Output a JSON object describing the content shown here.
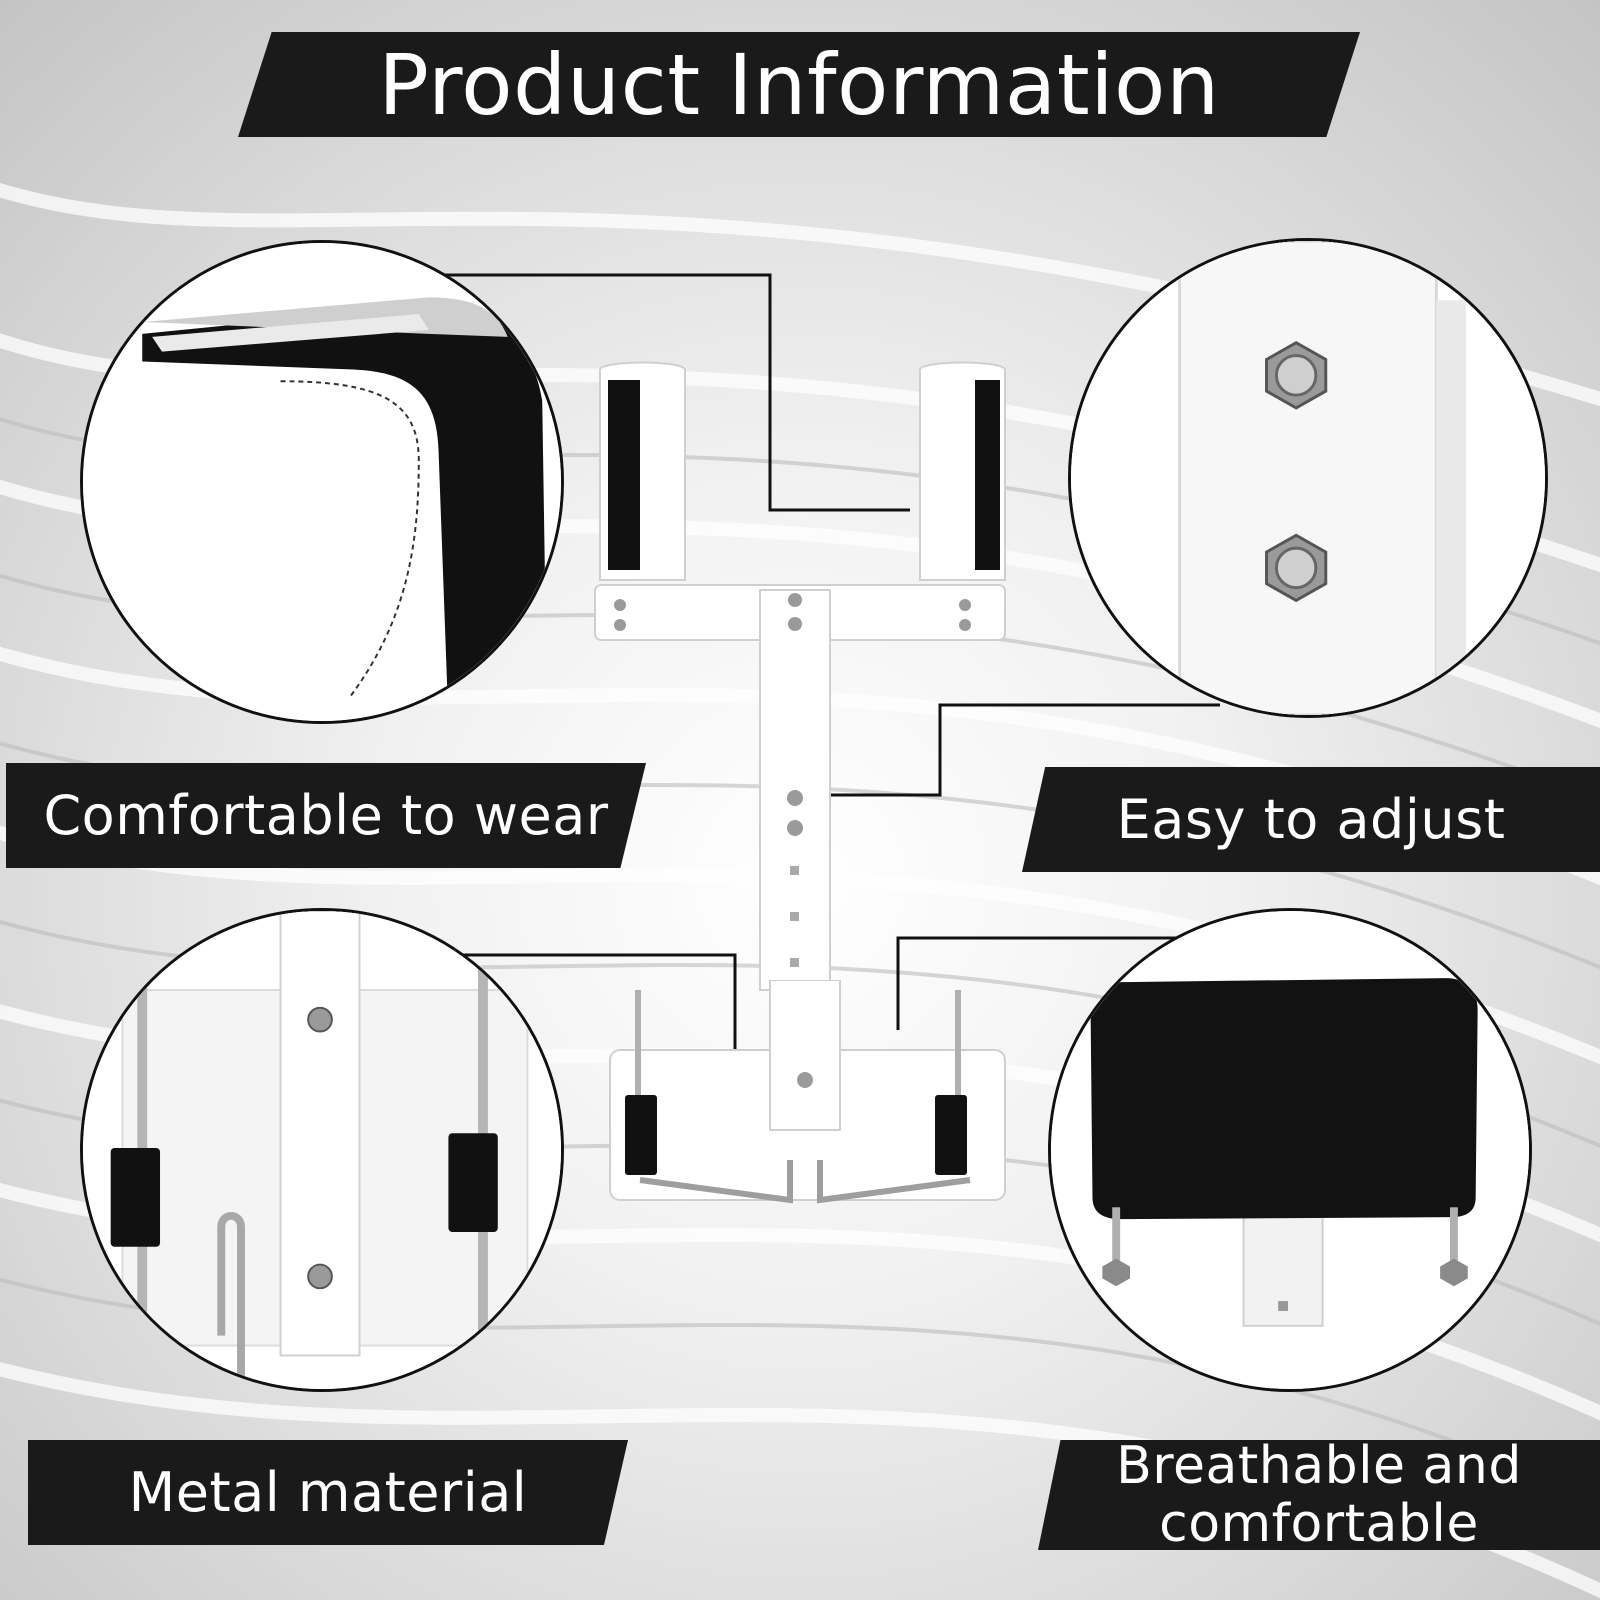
{
  "header": {
    "title": "Product Information"
  },
  "features": {
    "comfortable": "Comfortable to wear",
    "adjust": "Easy to adjust",
    "metal": "Metal material",
    "breathable_line1": "Breathable and",
    "breathable_line2": "comfortable"
  },
  "icons": [
    "shoulder-pad-detail",
    "adjustment-bolts-detail",
    "metal-frame-detail",
    "back-pad-detail",
    "drum-carrier-product"
  ],
  "colors": {
    "banner": "#1a1a1a",
    "banner_text": "#ffffff",
    "frame": "#ffffff",
    "pad": "#111111",
    "leader_line": "#111111"
  }
}
